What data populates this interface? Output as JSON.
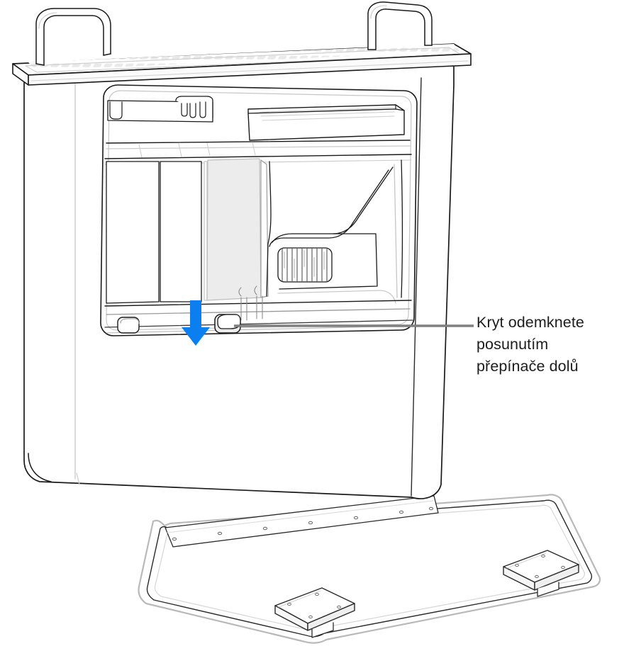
{
  "document": {
    "type": "technical-illustration",
    "subject": "Mac Pro tower with side cover removed",
    "background_color": "#ffffff"
  },
  "callout": {
    "lines": [
      "Kryt odemknete",
      "posunutím",
      "přepínače dolů"
    ],
    "full_text": "Kryt odemknete posunutím přepínače dolů",
    "leader_line_color": "#808080",
    "text_color": "#1d1d1f"
  },
  "arrow": {
    "name": "down-arrow",
    "direction": "down",
    "color": "#0b7ff0",
    "meaning": "slide latch switch downward"
  },
  "parts": {
    "chassis": {
      "label": "mac-pro-tower-chassis",
      "outline_color": "#1a1a1a",
      "fill_color": "#ffffff"
    },
    "handles": {
      "label": "top-carry-handles",
      "count": 2
    },
    "top_grille": {
      "label": "top-lattice-grille",
      "cell_color": "#e8e8e8"
    },
    "latch_switch": {
      "label": "cover-latch-switch",
      "fill_color": "#ececec"
    },
    "secondary_latch": {
      "label": "secondary-latch",
      "fill_color": "#ffffff"
    },
    "module": {
      "label": "shaded-interior-module",
      "fill_color": "#ececec"
    },
    "vent": {
      "label": "interior-vent-slats",
      "slat_count": 11
    },
    "pcie_slots": {
      "label": "pcie-slot-bays",
      "count": 3
    },
    "cover": {
      "label": "removed-side-cover",
      "brackets": 2,
      "hinge_screw_holes": 7
    }
  }
}
